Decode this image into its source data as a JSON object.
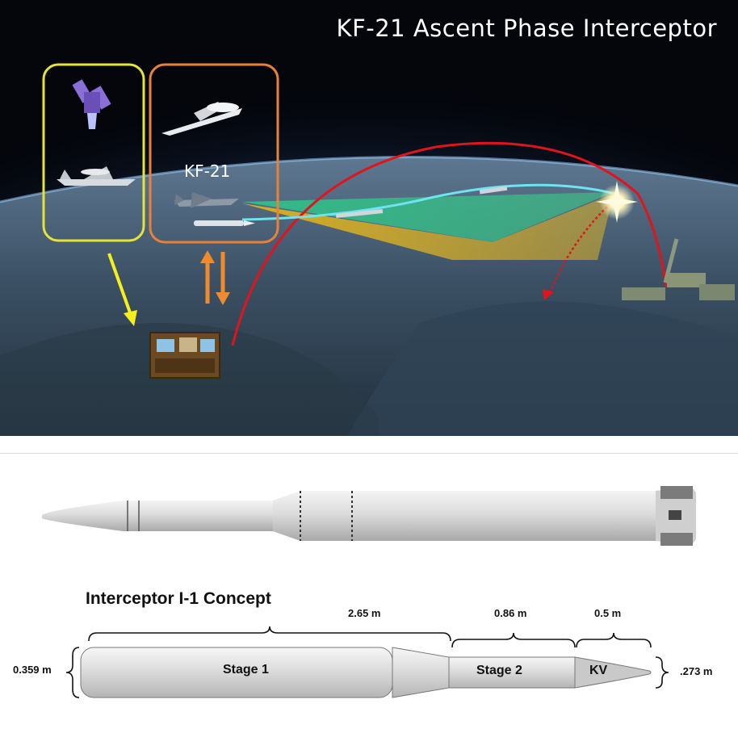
{
  "title": "KF-21 Ascent Phase Interceptor",
  "scene": {
    "kf21_label": "KF-21"
  },
  "interceptor": {
    "concept_title": "Interceptor I-1 Concept",
    "stages": {
      "stage1": "Stage 1",
      "stage2": "Stage 2",
      "kv": "KV"
    },
    "dimensions": {
      "stage1_length": "2.65 m",
      "stage2_length": "0.86 m",
      "kv_length": "0.5 m",
      "body_diameter": "0.359 m",
      "kv_diameter": ".273 m"
    }
  },
  "colors": {
    "sky": "#04060c",
    "trajectory": "#e0141c",
    "interceptor_path": "#6fe3ef",
    "sensor_fan_green": "#2fbf8a",
    "sensor_fan_yellow": "#e0b21c",
    "box_yellow": "#e5e23a",
    "box_orange": "#e8823a",
    "arrow_yellow": "#f5ef1e",
    "arrow_orange": "#f08a2a"
  },
  "icons": [
    "satellite-icon",
    "awacs-aircraft-icon",
    "drone-icon",
    "fighter-jet-icon",
    "missile-icon",
    "command-center-icon",
    "launcher-truck-icon",
    "intercept-flash-icon"
  ]
}
